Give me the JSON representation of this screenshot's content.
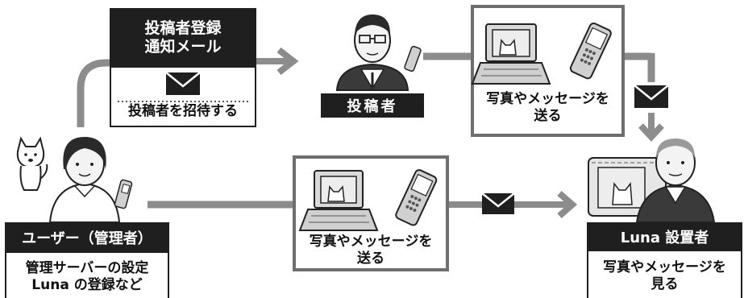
{
  "notify": {
    "title_line1": "投稿者登録",
    "title_line2": "通知メール",
    "action": "投稿者を招待する"
  },
  "poster": {
    "label": "投稿者",
    "send_line1": "写真やメッセージを",
    "send_line2": "送る"
  },
  "admin": {
    "label": "ユーザー（管理者）",
    "desc_line1": "管理サーバーの設定",
    "desc_line2": "Luna の登録など"
  },
  "center": {
    "send_line1": "写真やメッセージを",
    "send_line2": "送る"
  },
  "owner": {
    "label": "Luna 設置者",
    "view_line1": "写真やメッセージを",
    "view_line2": "見る"
  },
  "icons": {
    "envelope": "envelope-icon",
    "laptop": "laptop-icon",
    "phone": "mobile-phone-icon",
    "dog": "dog-icon"
  },
  "colors": {
    "dark": "#1f1f1f",
    "arrow": "#8c8c8c",
    "frame": "#6e6e6e"
  }
}
